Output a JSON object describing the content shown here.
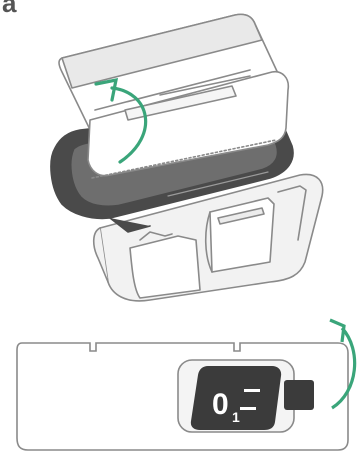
{
  "step": {
    "label": "a"
  },
  "switch": {
    "main_digit": "0",
    "sub_digit": "1"
  },
  "colors": {
    "outline": "#8a8a8a",
    "device_dark": "#4a4a4a",
    "device_mid": "#6e6e6e",
    "light_fill": "#f2f2f2",
    "lid_fill": "#ececec",
    "arrow": "#3aa57a",
    "switch_dark": "#3b3b3b"
  },
  "icons": {
    "top_arrow": "rotate-arrow-icon",
    "bottom_arrow": "curved-arrow-icon"
  }
}
